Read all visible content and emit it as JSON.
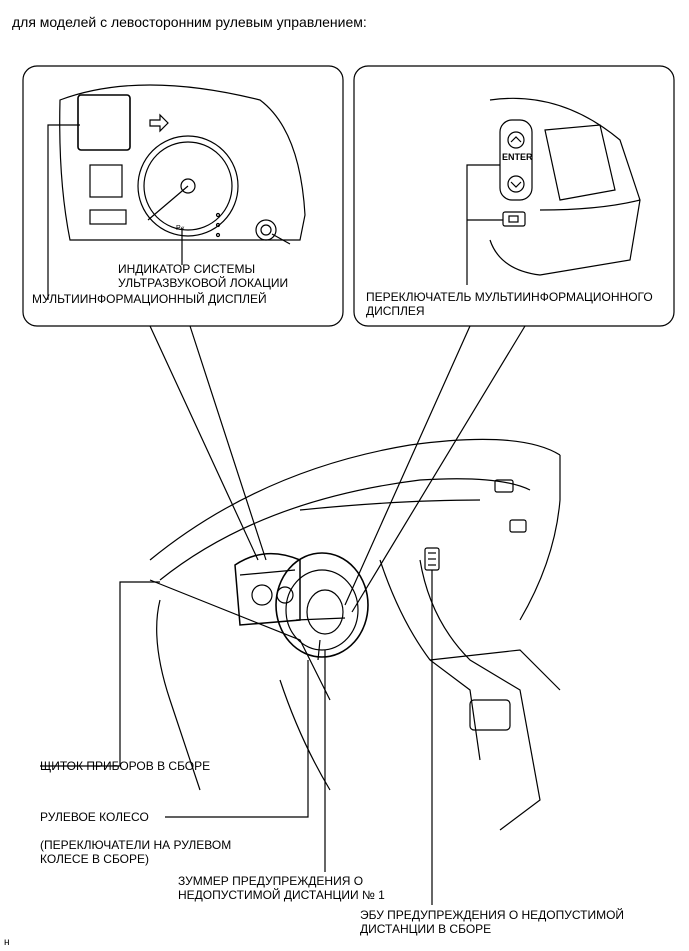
{
  "header": {
    "text": "для моделей с левосторонним рулевым управлением:"
  },
  "callouts": {
    "indicator_line1": "ИНДИКАТОР СИСТЕМЫ",
    "indicator_line2": "УЛЬТРАЗВУКОВОЙ ЛОКАЦИИ",
    "multi_display": "МУЛЬТИИНФОРМАЦИОННЫЙ ДИСПЛЕЙ",
    "switch_line1": "ПЕРЕКЛЮЧАТЕЛЬ МУЛЬТИИНФОРМАЦИОННОГО",
    "switch_line2": "ДИСПЛЕЯ",
    "cluster": "ЩИТОК ПРИБОРОВ В СБОРЕ",
    "wheel": "РУЛЕВОЕ КОЛЕСО",
    "wheel_sw_line1": "(ПЕРЕКЛЮЧАТЕЛИ НА РУЛЕВОМ",
    "wheel_sw_line2": "КОЛЕСЕ В СБОРЕ)",
    "buzzer_line1": "ЗУММЕР ПРЕДУПРЕЖДЕНИЯ О",
    "buzzer_line2": "НЕДОПУСТИМОЙ ДИСТАНЦИИ № 1",
    "ecu_line1": "ЭБУ ПРЕДУПРЕЖДЕНИЯ О НЕДОПУСТИМОЙ",
    "ecu_line2": "ДИСТАНЦИИ В СБОРЕ"
  },
  "switch_panel": {
    "enter_label": "ENTER"
  },
  "gauge": {
    "indicator_text": "P«"
  },
  "footer": {
    "code": "н"
  }
}
